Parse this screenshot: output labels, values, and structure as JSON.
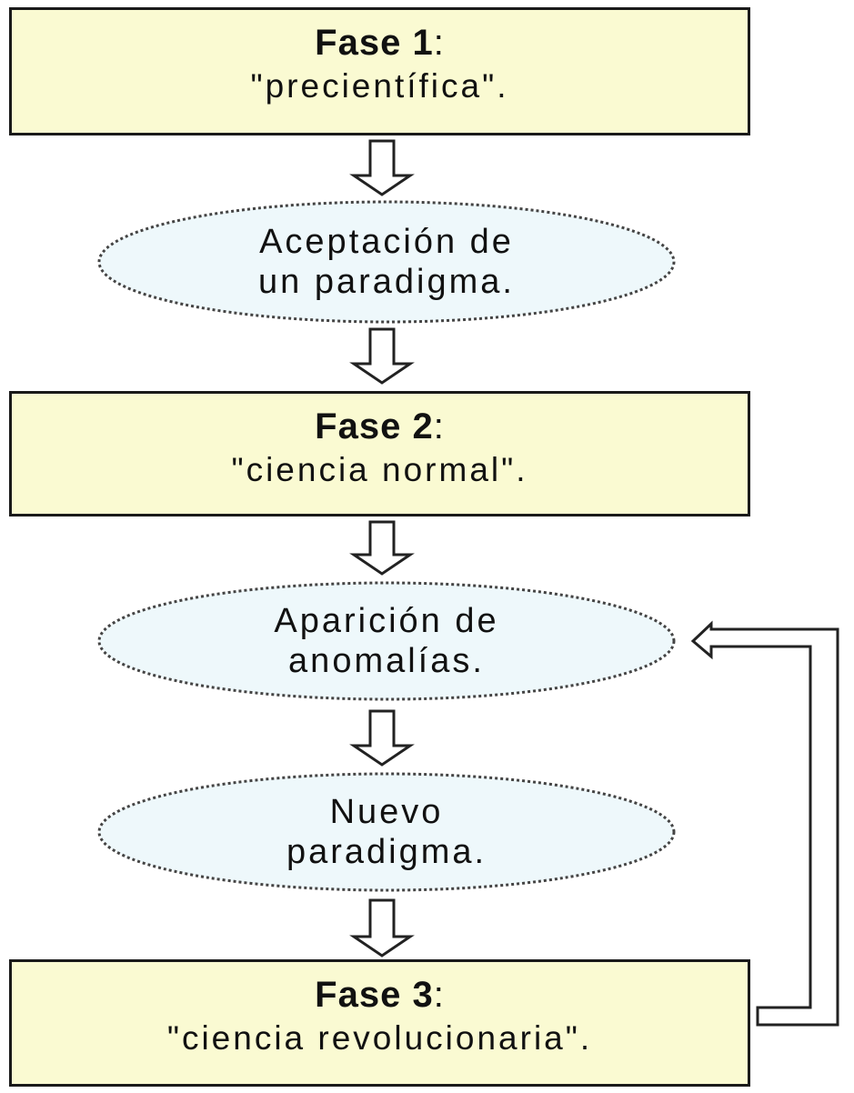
{
  "colors": {
    "box_fill": "#fafad2",
    "ellipse_fill": "#eef8fb",
    "stroke": "#1a1a1a"
  },
  "phase1": {
    "title": "Fase 1",
    "colon": ":",
    "subtitle": "\"precientífica\"."
  },
  "step1": {
    "line1": "Aceptación de",
    "line2": "un paradigma."
  },
  "phase2": {
    "title": "Fase 2",
    "colon": ":",
    "subtitle": "\"ciencia normal\"."
  },
  "step2": {
    "line1": "Aparición de",
    "line2": "anomalías."
  },
  "step3": {
    "line1": "Nuevo",
    "line2": "paradigma."
  },
  "phase3": {
    "title": "Fase 3",
    "colon": ":",
    "subtitle": "\"ciencia revolucionaria\"."
  }
}
